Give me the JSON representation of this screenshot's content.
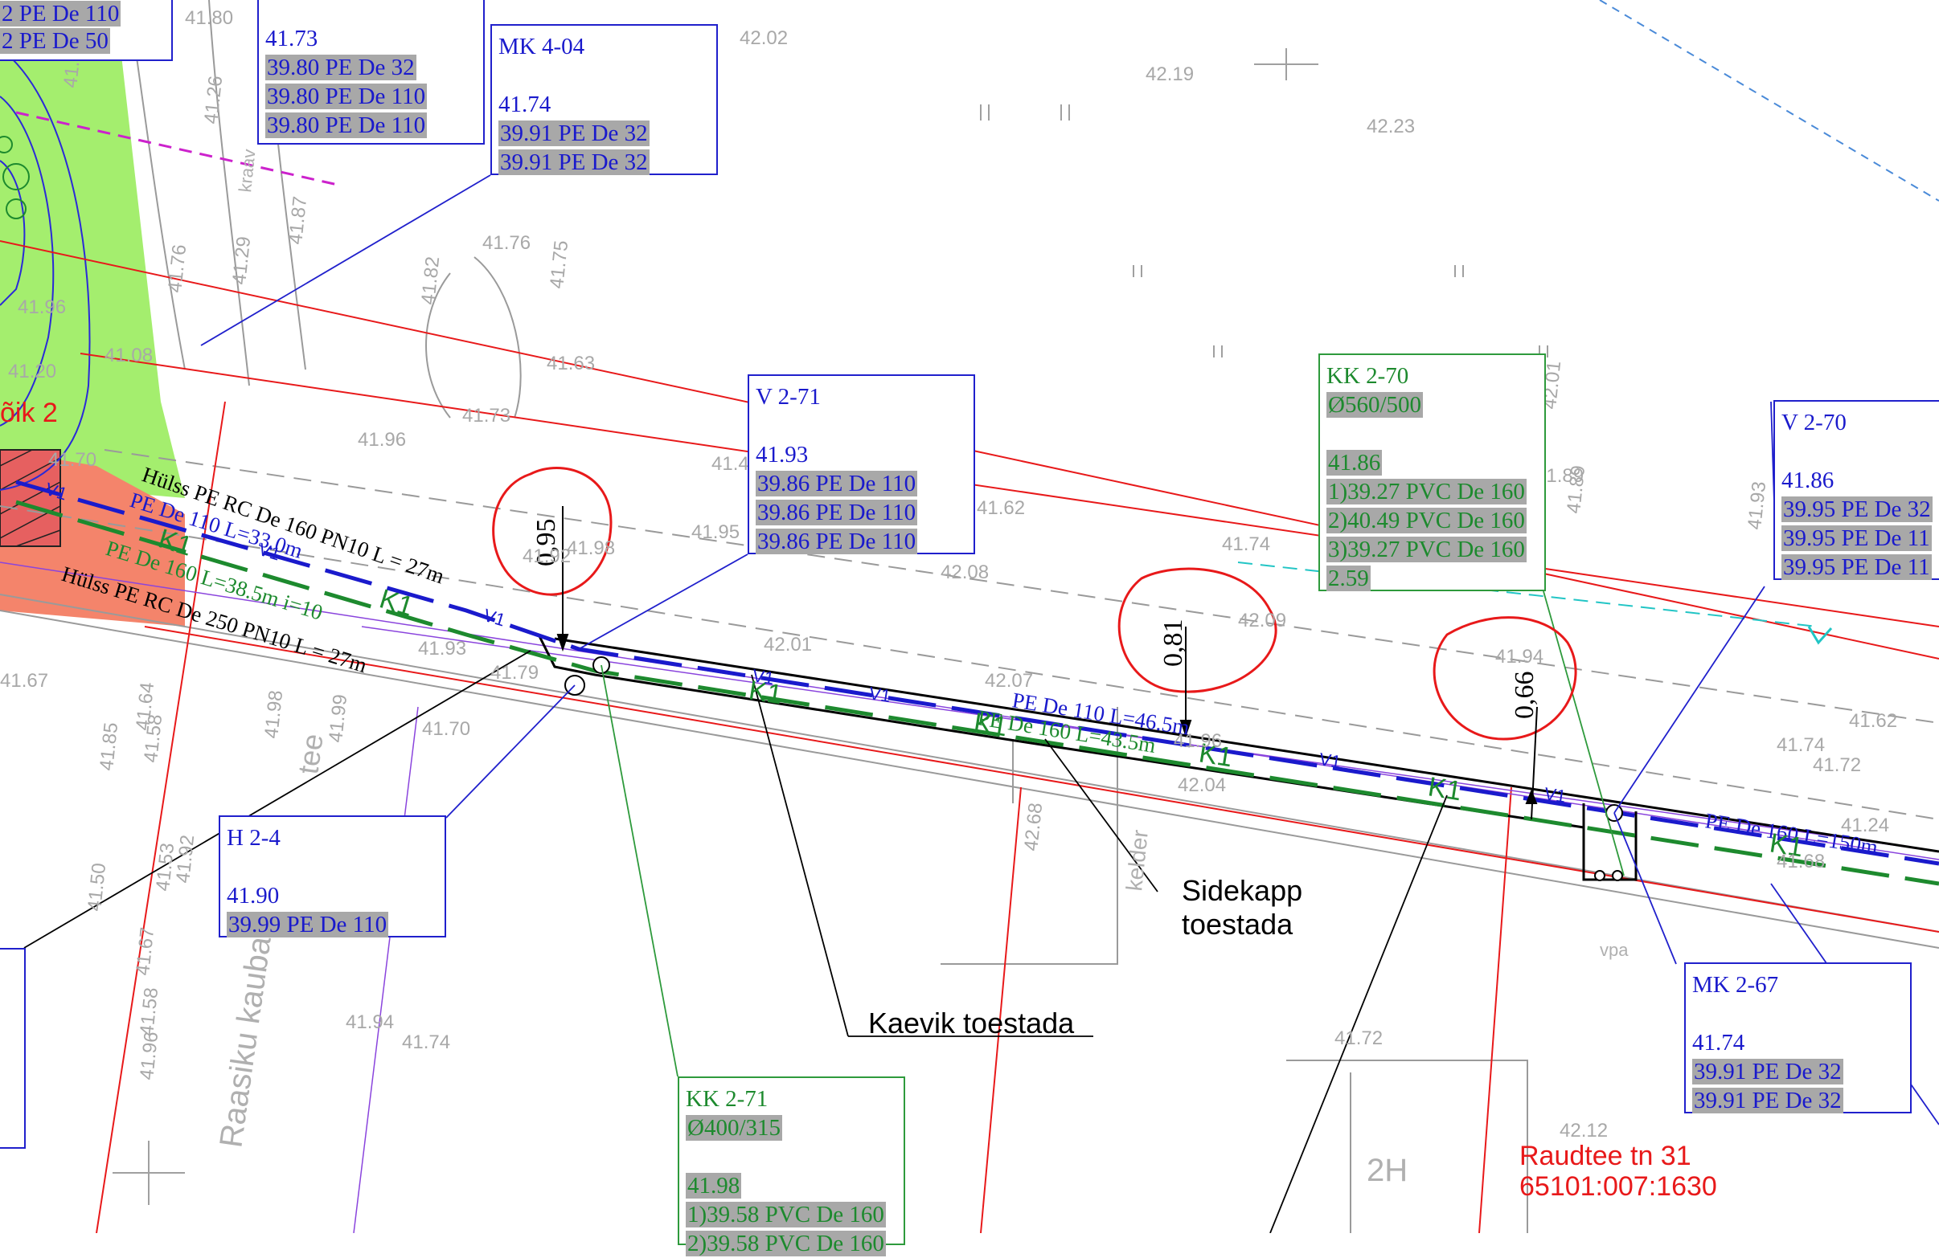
{
  "callouts": {
    "tl": {
      "rows": [
        "2 PE De 110",
        "2 PE De 50"
      ]
    },
    "c4173": {
      "rows": [
        "41.73",
        "39.80 PE De 32",
        "39.80 PE De 110",
        "39.80 PE De 110"
      ]
    },
    "mk404": {
      "title": "MK 4-04",
      "rows": [
        "41.74",
        "39.91 PE De 32",
        "39.91 PE De 32"
      ]
    },
    "v271": {
      "title": "V 2-71",
      "rows": [
        "41.93",
        "39.86 PE De 110",
        "39.86 PE De 110",
        "39.86 PE De 110"
      ]
    },
    "kk270": {
      "title": "KK 2-70",
      "subtitle": "Ø560/500",
      "rows": [
        "41.86",
        "1)39.27 PVC De 160",
        "2)40.49 PVC De 160",
        "3)39.27 PVC De 160",
        "2.59"
      ]
    },
    "v270": {
      "title": "V 2-70",
      "rows": [
        "41.86",
        "39.95 PE De 32",
        "39.95 PE De 11",
        "39.95 PE De 11"
      ]
    },
    "h24": {
      "title": "H 2-4",
      "rows": [
        "41.90",
        "39.99 PE De 110"
      ]
    },
    "kk271": {
      "title": "KK 2-71",
      "subtitle": "Ø400/315",
      "rows": [
        "41.98",
        "1)39.58 PVC De 160",
        "2)39.58 PVC De 160"
      ]
    },
    "mk267": {
      "title": "MK 2-67",
      "rows": [
        "41.74",
        "39.91 PE De 32",
        "39.91 PE De 32"
      ]
    }
  },
  "notes": {
    "sidekapp_1": "Sidekapp",
    "sidekapp_2": "toestada",
    "kaevik": "Kaevik toestada"
  },
  "pipe_labels": {
    "huls1": "Hülss PE RC De 160 PN10 L = 27m",
    "pe110_left": "PE De 110 L=33.0m",
    "pe160_left": "PE De 160 L=38.5m i=10",
    "huls2": "Hülss PE RC De 250 PN10 L = 27m",
    "pe110_mid": "PE De 110 L=46.5m",
    "pe160_mid": "PE De 160 L=43.5m",
    "pe_right": "PE De 160 L=150m",
    "k1": "K1",
    "v1": "V1"
  },
  "depths": {
    "d1": "0,95",
    "d2": "0,81",
    "d3": "0,66"
  },
  "map_labels": {
    "plot_name": "õik 2",
    "street": "Raasiku kauba tee",
    "tee": "tee",
    "kelder": "kelder",
    "address_1": "Raudtee tn 31",
    "address_2": "65101:007:1630",
    "building": "2H",
    "vpa": "vpa",
    "kraav": "kraav"
  },
  "elevations": [
    "41.80",
    "42.02",
    "42.19",
    "42.23",
    "41.74",
    "41.26",
    "41.87",
    "41.76",
    "41.29",
    "41.75",
    "41.76",
    "41.82",
    "41.63",
    "41.73",
    "41.96",
    "41.4",
    "41.62",
    "41.92",
    "41.98",
    "41.95",
    "42.08",
    "41.74",
    "42.09",
    "42.01",
    "41.89",
    "41.89",
    "42.01",
    "41.94",
    "41.93",
    "41.67",
    "41.64",
    "41.85",
    "41.58",
    "41.98",
    "41.99",
    "41.79",
    "41.70",
    "41.93",
    "42.07",
    "41.96",
    "42.04",
    "42.68",
    "41.68",
    "41.72",
    "41.62",
    "41.74",
    "41.24",
    "41.50",
    "41.53",
    "41.92",
    "41.67",
    "41.58",
    "41.96",
    "41.94",
    "41.74",
    "41.72",
    "42.12",
    "41.96",
    "41.20",
    "41.08",
    "41.70"
  ],
  "colors": {
    "water": "#1a1acc",
    "sewer": "#1d8a2e",
    "redline": "#e8191a",
    "grey": "#9a9a9a",
    "green_area": "#a4ee6e",
    "orange_area": "#f4846b",
    "magenta": "#cc22cc",
    "cyan": "#22c5c5"
  }
}
